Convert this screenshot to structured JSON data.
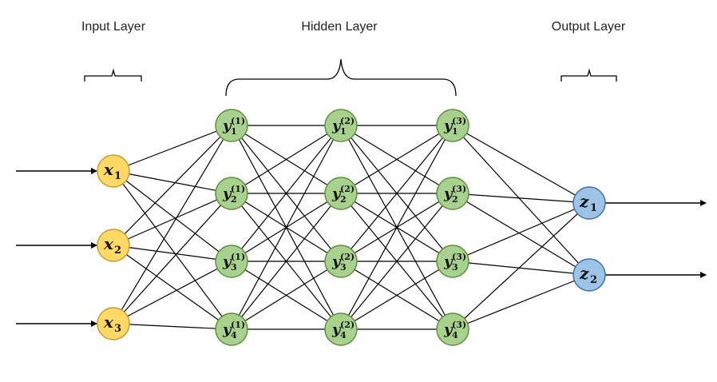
{
  "titles": {
    "input": "Input Layer",
    "hidden": "Hidden Layer",
    "output": "Output Layer"
  },
  "colors": {
    "input_fill": "#FFD966",
    "input_stroke": "#C99A2E",
    "hidden_fill": "#A9D18E",
    "hidden_stroke": "#5E8F3F",
    "output_fill": "#9DC3E6",
    "output_stroke": "#41719C",
    "edge": "#000000"
  },
  "layers": [
    {
      "name": "input",
      "nodes": [
        {
          "base": "x",
          "sub": "1"
        },
        {
          "base": "x",
          "sub": "2"
        },
        {
          "base": "x",
          "sub": "3"
        }
      ]
    },
    {
      "name": "hidden-1",
      "nodes": [
        {
          "base": "y",
          "sub": "1",
          "sup": "(1)"
        },
        {
          "base": "y",
          "sub": "2",
          "sup": "(1)"
        },
        {
          "base": "y",
          "sub": "3",
          "sup": "(1)"
        },
        {
          "base": "y",
          "sub": "4",
          "sup": "(1)"
        }
      ]
    },
    {
      "name": "hidden-2",
      "nodes": [
        {
          "base": "y",
          "sub": "1",
          "sup": "(2)"
        },
        {
          "base": "y",
          "sub": "2",
          "sup": "(2)"
        },
        {
          "base": "y",
          "sub": "3",
          "sup": "(2)"
        },
        {
          "base": "y",
          "sub": "4",
          "sup": "(2)"
        }
      ]
    },
    {
      "name": "hidden-3",
      "nodes": [
        {
          "base": "y",
          "sub": "1",
          "sup": "(3)"
        },
        {
          "base": "y",
          "sub": "2",
          "sup": "(3)"
        },
        {
          "base": "y",
          "sub": "3",
          "sup": "(3)"
        },
        {
          "base": "y",
          "sub": "4",
          "sup": "(3)"
        }
      ]
    },
    {
      "name": "output",
      "nodes": [
        {
          "base": "z",
          "sub": "1"
        },
        {
          "base": "z",
          "sub": "2"
        }
      ]
    }
  ]
}
